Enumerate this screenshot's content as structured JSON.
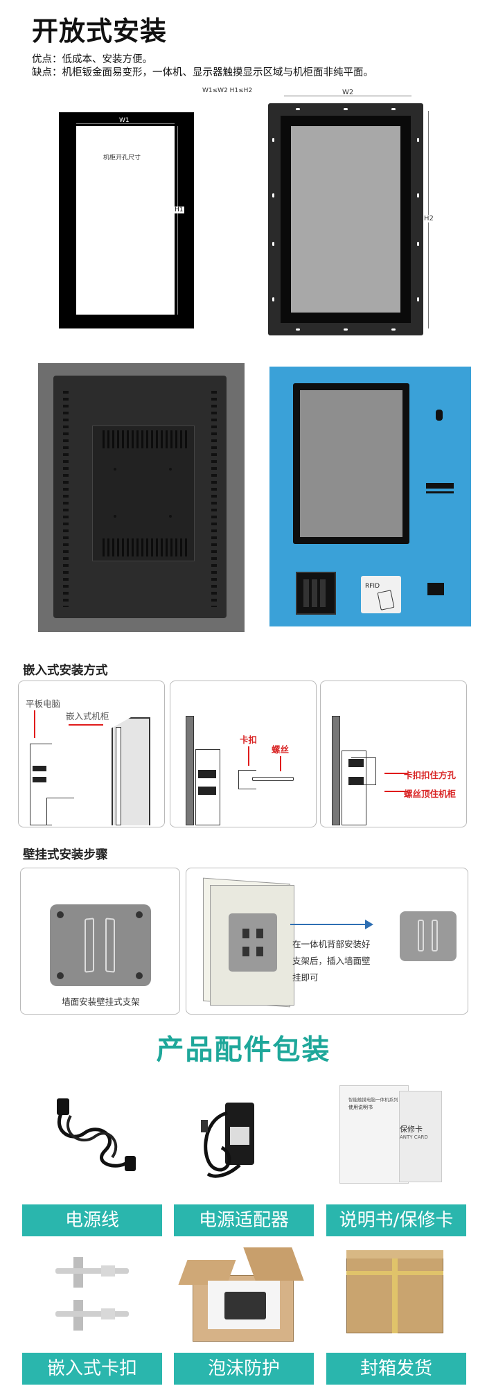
{
  "header": {
    "title": "开放式安装",
    "pros": "优点：低成本、安装方便。",
    "cons": "缺点：机柜钣金面易变形，一体机、显示器触摸显示区域与机柜面非纯平面。",
    "dim_note": "W1≤W2    H1≤H2"
  },
  "cutout_diagram": {
    "w_label": "W1",
    "h_label": "H1",
    "hole_label": "机柜开孔尺寸"
  },
  "monitor_diagram": {
    "w_label": "W2",
    "h_label": "H2"
  },
  "kiosk_photo": {
    "rfid_label": "RFID"
  },
  "embedded": {
    "title": "嵌入式安装方式",
    "panel1": {
      "tablet_label": "平板电脑",
      "cabinet_label": "嵌入式机柜"
    },
    "panel2": {
      "clip_label": "卡扣",
      "screw_label": "螺丝"
    },
    "panel3": {
      "clip_hold_label": "卡扣扣住方孔",
      "screw_hold_label": "螺丝顶住机柜"
    }
  },
  "wall": {
    "title": "壁挂式安装步骤",
    "panel1_caption": "墙面安装壁挂式支架",
    "panel2_text": [
      "在一体机背部安装好",
      "支架后，插入墙面壁",
      "挂即可"
    ]
  },
  "accessories": {
    "title": "产品配件包装",
    "manual_title": "智能触摸电脑一体机系列",
    "manual_subtitle": "使用说明书",
    "warranty_text": "保修卡",
    "warranty_sub": "ANTY CARD",
    "items": [
      "电源线",
      "电源适配器",
      "说明书/保修卡",
      "嵌入式卡扣",
      "泡沫防护",
      "封箱发货"
    ]
  },
  "colors": {
    "teal": "#2ab6ad",
    "title_teal": "#1ea79a",
    "red": "#e01b1b",
    "kiosk_blue": "#3aa1d8"
  }
}
